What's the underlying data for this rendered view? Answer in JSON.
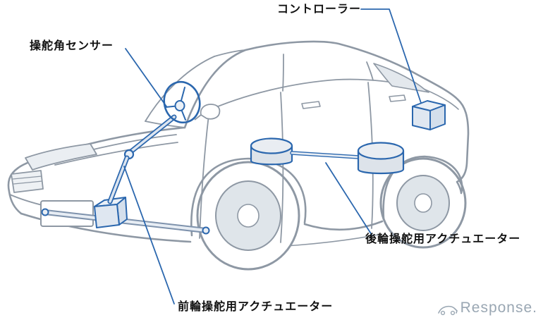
{
  "diagram": {
    "labels": {
      "controller": "コントローラー",
      "steering_angle_sensor": "操舵角センサー",
      "rear_steering_actuator": "後輪操舵用アクチュエーター",
      "front_steering_actuator": "前輪操舵用アクチュエーター"
    },
    "watermark": "Response.",
    "colors": {
      "body_outline_gray": "#8e98a4",
      "component_blue": "#2b67ae",
      "component_fill_light": "#dfe7f1",
      "glass_fill": "#e3e8ed",
      "label_text": "#111111",
      "watermark_gray": "#9aa7b3"
    }
  }
}
